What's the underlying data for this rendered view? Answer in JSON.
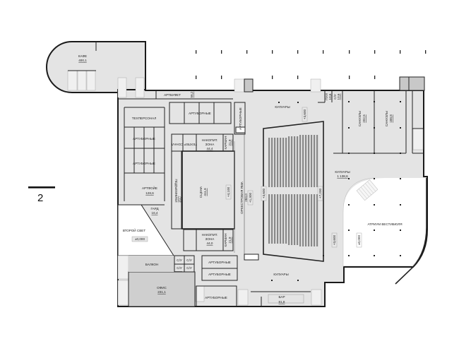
{
  "floor_marker": {
    "number": "2"
  },
  "rooms": {
    "cafe": {
      "name": "КАФЕ",
      "area": "400,1"
    },
    "artbuffet": {
      "name": "АРТБУФЕТ",
      "area": "56,2"
    },
    "tech_personnel": {
      "name": "ТЕХПЕРСОНАЛ"
    },
    "dressing_rooms_1": {
      "name": "АРТУБОРНЫЕ"
    },
    "dressing_rooms_2": {
      "name": "АРТУБОРНЫЕ"
    },
    "dressing_rooms_3": {
      "name": "АРТУБОРНЫЕ"
    },
    "dressing_rooms_vertical": {
      "name": "АРТУБОРНЫЕ"
    },
    "tech_sound": {
      "name": "ТЕХПЕР СОНАЛ"
    },
    "storage_zone_top": {
      "name": "НАКОПИТ.",
      "name2": "ЗОНА",
      "area": "44,4"
    },
    "pocket_top": {
      "name": "КАРМАН",
      "area": "21,9"
    },
    "art_foyer": {
      "name": "АРТФОЙЕ",
      "area": "128,6"
    },
    "grips": {
      "name": "ПОДЪЕМНИКИ",
      "area": "79,0"
    },
    "stage": {
      "name": "СЦЕНА",
      "area": "411,9"
    },
    "stage_level": {
      "value": "+4,100"
    },
    "orchestra_pit": {
      "name": "ОРКЕСТРОВАЯ ЯМА",
      "area": "283,0",
      "level": "+1,300"
    },
    "wardrobe": {
      "name": "ГАРД",
      "area": "16,4"
    },
    "second_light": {
      "name": "ВТОРОЙ СВЕТ",
      "level": "±0,000"
    },
    "storage_zone_bottom": {
      "name": "НАКОПИТ.",
      "name2": "ЗОНА",
      "area": "44,0"
    },
    "pocket_bottom": {
      "name": "КАРМАН",
      "area": "21,9"
    },
    "balcony": {
      "name": "БАЛКОН"
    },
    "wc_1": {
      "name": "С/У"
    },
    "wc_2": {
      "name": "С/У"
    },
    "wc_3": {
      "name": "С/У"
    },
    "wc_4": {
      "name": "С/У"
    },
    "dressing_rooms_b1": {
      "name": "АРТУБОРНЫЕ"
    },
    "dressing_rooms_b2": {
      "name": "АРТУБОРНЫЕ"
    },
    "dressing_rooms_b3": {
      "name": "АРТУБОРНЫЕ"
    },
    "office": {
      "name": "ОФИС",
      "area": "231,1"
    },
    "lobby_top": {
      "name": "КУЛУАРЫ",
      "level": "+3,600"
    },
    "pui": {
      "name": "ПУИ",
      "area": "10,6"
    },
    "wc_top": {
      "name": "С/У",
      "area": "10,6"
    },
    "sanitary_1": {
      "name": "САНУЗЛЫ",
      "area": "202,5"
    },
    "sanitary_2": {
      "name": "САНУЗЛЫ",
      "area": "188,8"
    },
    "hall_level_left": {
      "value": "+3,600"
    },
    "hall_level_right": {
      "value": "+7,200"
    },
    "lobby_right": {
      "name": "КУЛУАРЫ",
      "area": "1 138,6"
    },
    "atrium": {
      "name": "АТРИУМ ВЕСТИБЮЛЯ",
      "level": "±0,000"
    },
    "lobby_right_level": {
      "value": "+3,600"
    },
    "lobby_bottom": {
      "name": "КУЛУАРЫ"
    },
    "bar": {
      "name": "БАР",
      "area": "81,8"
    }
  },
  "colors": {
    "floor": "#e4e4e4",
    "wall": "#222222",
    "stair_core": "#c8c8c8",
    "office": "#cfcfcf",
    "seats": "#888888"
  }
}
